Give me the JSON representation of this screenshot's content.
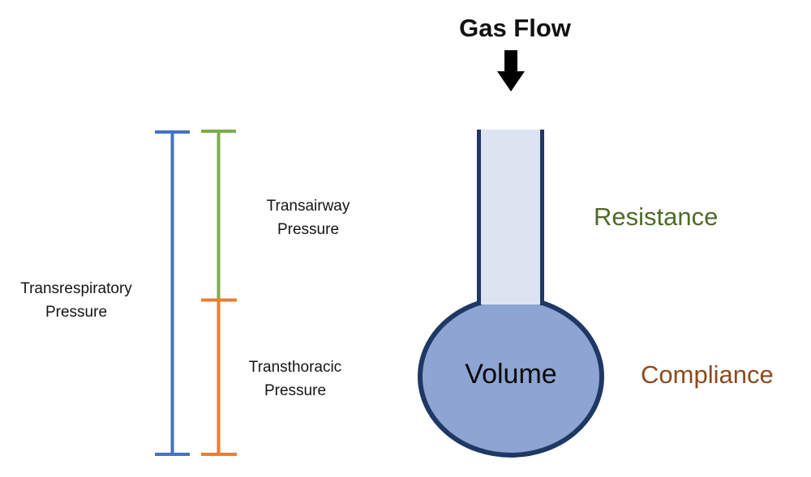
{
  "diagram": {
    "gas_flow_label": "Gas Flow",
    "volume_label": "Volume",
    "resistance_label": "Resistance",
    "compliance_label": "Compliance",
    "pressures": {
      "transrespiratory": {
        "line1": "Transrespiratory",
        "line2": "Pressure"
      },
      "transairway": {
        "line1": "Transairway",
        "line2": "Pressure"
      },
      "transthoracic": {
        "line1": "Transthoracic",
        "line2": "Pressure"
      }
    }
  },
  "colors": {
    "arrow": "#000000",
    "bracket_blue": "#4472C4",
    "bracket_green": "#7CAC49",
    "bracket_orange": "#ED7D31",
    "tube_fill": "#DCE3F1",
    "balloon_fill": "#8EA4D2",
    "outline_navy": "#1F3864",
    "resistance_text": "#4F6B2A",
    "compliance_text": "#8C4B1F"
  }
}
